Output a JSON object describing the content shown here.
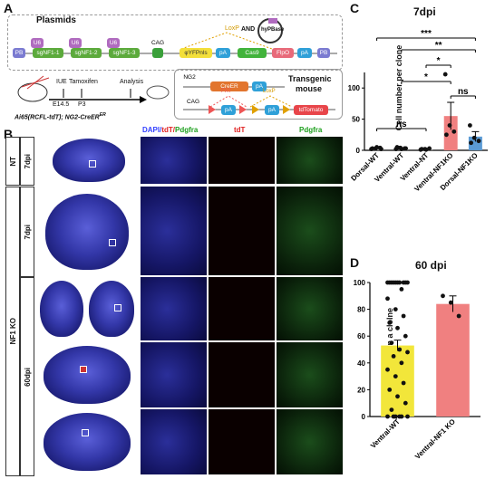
{
  "panel_a": {
    "letter": "A",
    "plasmids_title": "Plasmids",
    "plasmid_parts": {
      "pb": "PB",
      "u6": "U6",
      "sg1": "sgNF1-1",
      "sg2": "sgNF1-2",
      "sg3": "sgNF1-3",
      "cag": "CAG",
      "loxp": "LoxP",
      "yfp": "φYFPnls",
      "pa": "pA",
      "cas9": "Cas9",
      "and": "AND",
      "hypbase": "hyPBase",
      "flpo": "FlpO",
      "pb2": "PB"
    },
    "timeline": {
      "iue": "IUE",
      "tam": "Tamoxifen",
      "analysis": "Analysis",
      "e145": "E14.5",
      "p3": "P3",
      "genotype": "Ai65(RCFL-tdT); NG2-CreER"
    },
    "transgenic": {
      "title_line1": "Transgenic",
      "title_line2": "mouse",
      "ng2": "NG2",
      "creer": "CreER",
      "pa": "pA",
      "cag": "CAG",
      "frt": "FRT",
      "loxp": "LoxP",
      "tdtomato": "tdTomato"
    }
  },
  "panel_b": {
    "letter": "B",
    "headers": {
      "dapi": "DAPI/",
      "tdt_merge": "tdT/",
      "pdgfra_merge": "Pdgfra",
      "tdt": "tdT",
      "pdgfra": "Pdgfra"
    },
    "groups": {
      "nt": "NT",
      "nf1ko": "NF1 KO"
    },
    "timepoints": {
      "row1": "7dpi",
      "row2": "7dpi",
      "row3": "60dpi"
    }
  },
  "panel_c": {
    "letter": "C",
    "chart_data": {
      "type": "bar",
      "title": "7dpi",
      "ylabel": "Cell number per clone",
      "ylim": [
        0,
        125
      ],
      "yticks": [
        0,
        50,
        100
      ],
      "categories": [
        "Dorsal-WT",
        "Ventral-WT",
        "Ventral-NT",
        "Ventral-NF1KO",
        "Dorsal-NF1KO"
      ],
      "values": [
        3,
        3,
        2,
        55,
        22
      ],
      "errors": [
        1,
        1,
        1,
        22,
        8
      ],
      "colors": [
        "#9e9e9e",
        "#9e9e9e",
        "#9e9e9e",
        "#f08080",
        "#5b9bd5"
      ],
      "points": [
        [
          2,
          3,
          4,
          3,
          5,
          2
        ],
        [
          2,
          4,
          3,
          5,
          2,
          3,
          4
        ],
        [
          1,
          2,
          3,
          2,
          1
        ],
        [
          122,
          40,
          30,
          25
        ],
        [
          40,
          20,
          15,
          12
        ]
      ],
      "significance": [
        {
          "label": "***",
          "from": 0,
          "to": 4
        },
        {
          "label": "**",
          "from": 1,
          "to": 4
        },
        {
          "label": "*",
          "from": 2,
          "to": 3
        },
        {
          "label": "*",
          "from": 1,
          "to": 3
        },
        {
          "label": "ns",
          "from": 3,
          "to": 4
        },
        {
          "label": "ns",
          "from": 0,
          "to": 2
        }
      ]
    }
  },
  "panel_d": {
    "letter": "D",
    "chart_data": {
      "type": "bar",
      "title": "60 dpi",
      "ylabel": "OPC% in a clolne",
      "ylim": [
        0,
        100
      ],
      "yticks": [
        0,
        20,
        40,
        60,
        80,
        100
      ],
      "categories": [
        "Ventral-WT",
        "Ventral-NF1 KO"
      ],
      "values": [
        53,
        84
      ],
      "errors": [
        4,
        6
      ],
      "colors": [
        "#f2e63a",
        "#f08080"
      ],
      "points": [
        [
          100,
          100,
          100,
          100,
          100,
          100,
          100,
          100,
          100,
          100,
          95,
          88,
          80,
          75,
          70,
          66,
          60,
          55,
          50,
          48,
          45,
          40,
          35,
          30,
          25,
          20,
          15,
          10,
          5,
          0,
          0,
          0,
          0,
          0,
          0
        ],
        [
          90,
          85,
          75
        ]
      ]
    }
  }
}
